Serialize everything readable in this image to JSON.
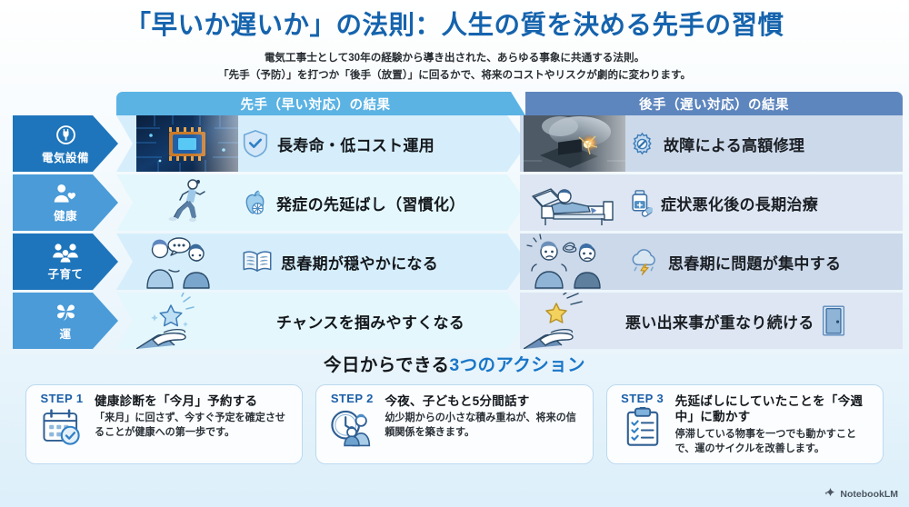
{
  "header": {
    "title": "「早いか遅いか」の法則：人生の質を決める先手の習慣",
    "subtitle_line1": "電気工事士として30年の経験から導き出された、あらゆる事象に共通する法則。",
    "subtitle_line2": "「先手（予防）」を打つか「後手（放置）」に回るかで、将来のコストやリスクが劇的に変わります。"
  },
  "comparison": {
    "good_header": "先手（早い対応）の結果",
    "bad_header": "後手（遅い対応）の結果",
    "rows": [
      {
        "category": "電気設備",
        "category_icon": "plug-icon",
        "good_text": "長寿命・低コスト運用",
        "good_icon": "shield-check-icon",
        "good_image": "circuit-chip-photo",
        "bad_text": "故障による高額修理",
        "bad_icon": "broken-gear-icon",
        "bad_image": "burning-chip-photo"
      },
      {
        "category": "健康",
        "category_icon": "person-heart-icon",
        "good_text": "発症の先延ばし（習慣化）",
        "good_icon": "apple-icon",
        "good_image": "running-person-illustration",
        "bad_text": "症状悪化後の長期治療",
        "bad_icon": "medicine-bottle-icon",
        "bad_image": "hospital-bed-illustration"
      },
      {
        "category": "子育て",
        "category_icon": "family-icon",
        "good_text": "思春期が穏やかになる",
        "good_icon": "open-book-icon",
        "good_image": "parent-child-talking-illustration",
        "bad_text": "思春期に問題が集中する",
        "bad_icon": "storm-cloud-icon",
        "bad_image": "stressed-family-illustration"
      },
      {
        "category": "運",
        "category_icon": "clover-icon",
        "good_text": "チャンスを掴みやすくなる",
        "good_icon": "",
        "good_image": "hand-catching-star-illustration",
        "bad_text": "悪い出来事が重なり続ける",
        "bad_icon": "door-icon",
        "bad_image": "hand-falling-star-illustration"
      }
    ]
  },
  "actions": {
    "heading_black": "今日からできる",
    "heading_blue": "3つのアクション",
    "cards": [
      {
        "step": "STEP 1",
        "icon": "calendar-check-icon",
        "title": "健康診断を「今月」予約する",
        "desc": "「来月」に回さず、今すぐ予定を確定させることが健康への第一歩です。"
      },
      {
        "step": "STEP 2",
        "icon": "clock-family-icon",
        "title": "今夜、子どもと5分間話す",
        "desc": "幼少期からの小さな積み重ねが、将来の信頼関係を築きます。"
      },
      {
        "step": "STEP 3",
        "icon": "clipboard-checklist-icon",
        "title": "先延ばしにしていたことを「今週中」に動かす",
        "desc": "停滞している物事を一つでも動かすことで、運のサイクルを改善します。"
      }
    ]
  },
  "brand": {
    "name": "NotebookLM",
    "icon": "notebooklm-spark-icon"
  },
  "colors": {
    "title_blue": "#1563AD",
    "good_header": "#5BB3E4",
    "bad_header": "#5E86BE",
    "cat_dark": "#1E75BB",
    "cat_light": "#4A9BD8",
    "accent_blue": "#1976C8"
  }
}
